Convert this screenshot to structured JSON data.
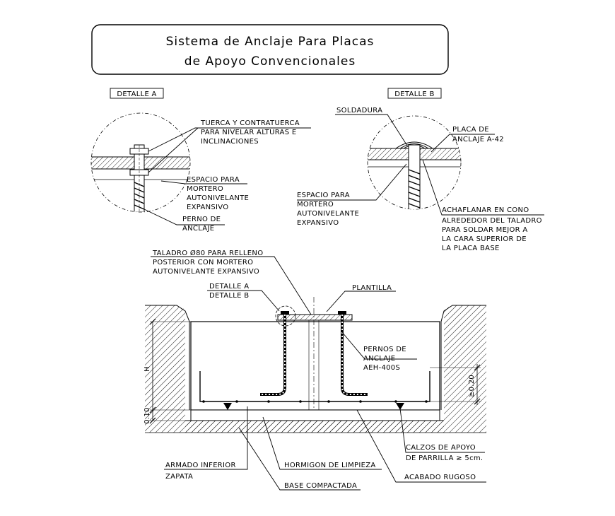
{
  "title": {
    "line1": "Sistema de Anclaje Para Placas",
    "line2": "de Apoyo Convencionales"
  },
  "detail_a": {
    "tag": "DETALLE A",
    "tuerca": [
      "TUERCA Y CONTRATUERCA",
      "PARA NIVELAR ALTURAS E",
      "INCLINACIONES"
    ],
    "espacio": [
      "ESPACIO PARA",
      "MORTERO",
      "AUTONIVELANTE",
      "EXPANSIVO"
    ],
    "perno": [
      "PERNO DE",
      "ANCLAJE"
    ]
  },
  "detail_b": {
    "tag": "DETALLE B",
    "soldadura": "SOLDADURA",
    "placa": [
      "PLACA DE",
      "ANCLAJE A-42"
    ],
    "espacio": [
      "ESPACIO PARA",
      "MORTERO",
      "AUTONIVELANTE",
      "EXPANSIVO"
    ],
    "achaflanar": [
      "ACHAFLANAR EN CONO",
      "ALREDEDOR DEL TALADRO",
      "PARA SOLDAR MEJOR A",
      "LA CARA SUPERIOR DE",
      "LA PLACA BASE"
    ]
  },
  "section": {
    "taladro": [
      "TALADRO Ø80 PARA RELLENO",
      "POSTERIOR CON MORTERO",
      "AUTONIVELANTE EXPANSIVO"
    ],
    "detalles": [
      "DETALLE A",
      "DETALLE B"
    ],
    "plantilla": "PLANTILLA",
    "pernos": [
      "PERNOS DE",
      "ANCLAJE",
      "AEH-400S"
    ],
    "dim_h": "H",
    "dim_010": "0.10",
    "dim_020": "≥0.20",
    "calzos": [
      "CALZOS DE APOYO",
      "DE PARRILLA ≥ 5cm."
    ],
    "armado": [
      "ARMADO INFERIOR",
      "ZAPATA"
    ],
    "hormigon": "HORMIGON DE LIMPIEZA",
    "base": "BASE COMPACTADA",
    "acabado": "ACABADO RUGOSO"
  }
}
